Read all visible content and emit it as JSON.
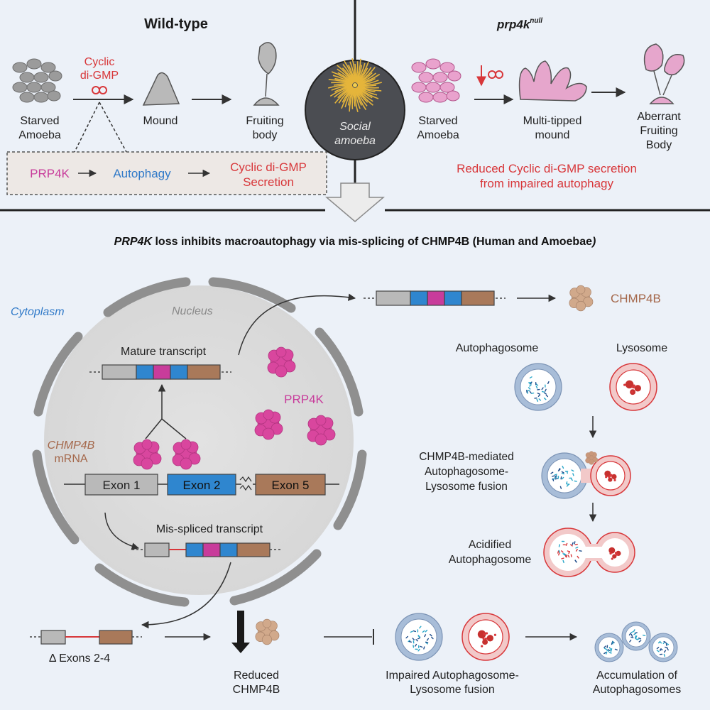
{
  "top": {
    "wt_title": "Wild-type",
    "mut_title_main": "prp4k",
    "mut_title_sup": "null",
    "cyclic_line1": "Cyclic",
    "cyclic_line2": "di-GMP",
    "starved_1": "Starved",
    "starved_2": "Amoeba",
    "mound": "Mound",
    "fruiting_1": "Fruiting",
    "fruiting_2": "body",
    "box_prp4k": "PRP4K",
    "box_autophagy": "Autophagy",
    "box_secretion_1": "Cyclic di-GMP",
    "box_secretion_2": "Secretion",
    "social_1": "Social",
    "social_2": "amoeba",
    "mut_starved_1": "Starved",
    "mut_starved_2": "Amoeba",
    "multi_1": "Multi-tipped",
    "multi_2": "mound",
    "aberrant_1": "Aberrant",
    "aberrant_2": "Fruiting",
    "aberrant_3": "Body",
    "reduced_1": "Reduced Cyclic di-GMP secretion",
    "reduced_2": "from impaired autophagy"
  },
  "bottom": {
    "heading_italic": "PRP4K",
    "heading_rest": " loss inhibits macroautophagy via mis-splicing of CHMP4B (Human and Amoebae",
    "heading_end": ")",
    "cytoplasm": "Cytoplasm",
    "nucleus": "Nucleus",
    "mature": "Mature transcript",
    "prp4k": "PRP4K",
    "chmp4b_italic": "CHMP4B",
    "mrna": "mRNA",
    "exon1": "Exon 1",
    "exon2": "Exon 2",
    "exon5": "Exon 5",
    "misspliced": "Mis-spliced transcript",
    "delta": "Δ Exons 2-4",
    "chmp4b_protein": "CHMP4B",
    "autophagosome": "Autophagosome",
    "lysosome": "Lysosome",
    "fusion_1": "CHMP4B-mediated",
    "fusion_2": "Autophagosome-",
    "fusion_3": "Lysosome fusion",
    "acid_1": "Acidified",
    "acid_2": "Autophagosome",
    "reduced_1": "Reduced",
    "reduced_2": "CHMP4B",
    "impaired_1": "Impaired Autophagosome-",
    "impaired_2": "Lysosome fusion",
    "accum_1": "Accumulation of",
    "accum_2": "Autophagosomes"
  },
  "colors": {
    "background": "#ecf1f8",
    "exon_grey": "#b9b9b9",
    "exon_blue": "#2f86cf",
    "exon_magenta": "#c83c9b",
    "exon_brown": "#a9795a",
    "prp4k_pink": "#d9469e",
    "red_text": "#d8373a",
    "blue_text": "#2f79c8",
    "brown_text": "#a4674a",
    "nucleus_fill": "#dcdcdc"
  },
  "icons": [
    "amoeba-cluster-icon",
    "mound-icon",
    "fruiting-body-icon",
    "social-amoeba-icon",
    "prp4k-protein-icon",
    "chmp4b-protein-icon",
    "autophagosome-icon",
    "lysosome-icon"
  ]
}
